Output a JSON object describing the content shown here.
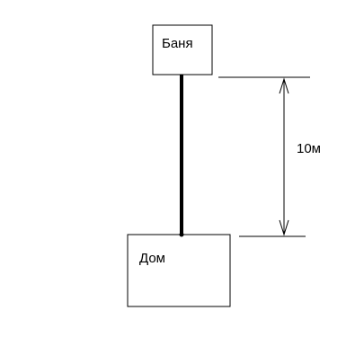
{
  "boxes": {
    "banya": {
      "label": "Баня"
    },
    "dom": {
      "label": "Дом"
    }
  },
  "dimension": {
    "label": "10м"
  },
  "colors": {
    "stroke": "#000000",
    "background": "#ffffff"
  }
}
